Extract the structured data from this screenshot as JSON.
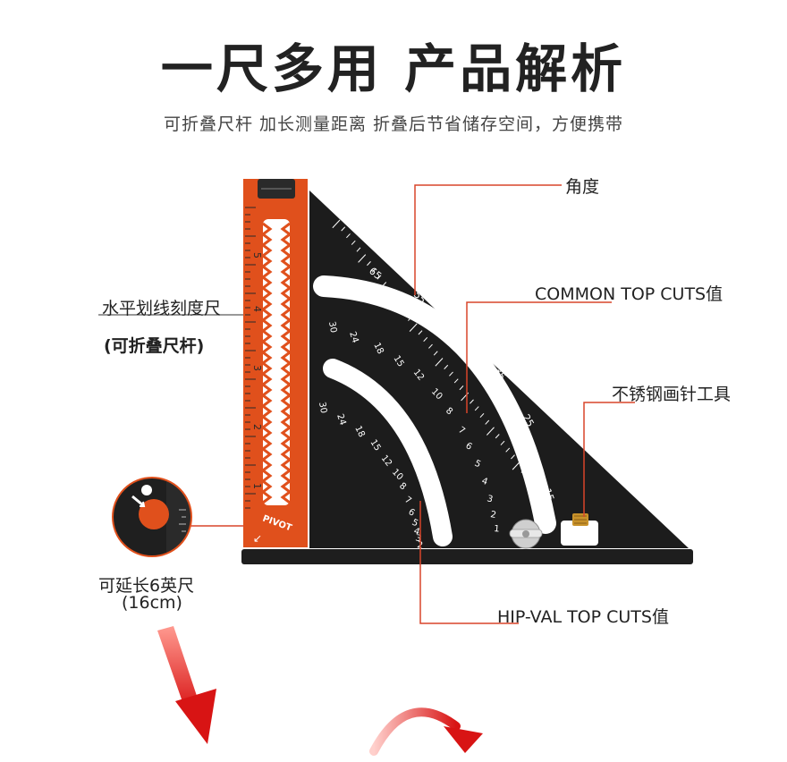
{
  "header": {
    "title": "一尺多用 产品解析",
    "subtitle": "可折叠尺杆 加长测量距离 折叠后节省储存空间，方便携带"
  },
  "callouts": {
    "angle": "角度",
    "common_top_cuts": "COMMON TOP CUTS值",
    "stainless_scriber": "不锈钢画针工具",
    "hip_val_top_cuts": "HIP-VAL TOP CUTS值",
    "horizontal_ruler": "水平划线刻度尺",
    "foldable_rod": "(可折叠尺杆)",
    "extendable": "可延长6英尺",
    "extendable_cm": "(16cm)"
  },
  "tool": {
    "pivot_label": "PIVOT",
    "ruler_numbers": [
      "5",
      "4",
      "3",
      "2",
      "1"
    ],
    "outer_scale": [
      "65",
      "55",
      "45",
      "35",
      "25",
      "15"
    ],
    "common_scale": [
      "30",
      "24",
      "18",
      "15",
      "12",
      "10",
      "8",
      "7",
      "6",
      "5",
      "4",
      "3",
      "2",
      "1"
    ],
    "hip_scale": [
      "30",
      "24",
      "18",
      "15",
      "12",
      "10",
      "8",
      "7",
      "6",
      "5",
      "4",
      "3",
      "2"
    ]
  },
  "colors": {
    "orange": "#e0501c",
    "black": "#1c1c1c",
    "red_arrow": "#d81414",
    "leader": "#d8452a",
    "brass": "#c8922a"
  }
}
